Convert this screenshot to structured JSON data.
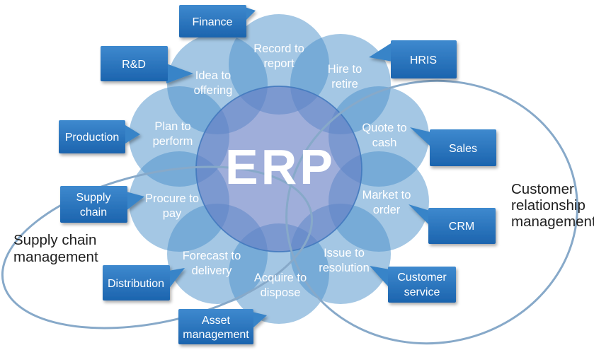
{
  "diagram": {
    "center_label": "ERP",
    "zones": {
      "scm": {
        "lines": [
          "Supply chain",
          "management"
        ]
      },
      "crm": {
        "lines": [
          "Customer",
          "relationship",
          "management"
        ]
      }
    },
    "petals": [
      {
        "name": "record-to-report",
        "lines": [
          "Record to",
          "report"
        ]
      },
      {
        "name": "hire-to-retire",
        "lines": [
          "Hire to",
          "retire"
        ]
      },
      {
        "name": "quote-to-cash",
        "lines": [
          "Quote to",
          "cash"
        ]
      },
      {
        "name": "market-to-order",
        "lines": [
          "Market to",
          "order"
        ]
      },
      {
        "name": "issue-to-resolution",
        "lines": [
          "Issue to",
          "resolution"
        ]
      },
      {
        "name": "acquire-to-dispose",
        "lines": [
          "Acquire to",
          "dispose"
        ]
      },
      {
        "name": "forecast-to-delivery",
        "lines": [
          "Forecast to",
          "delivery"
        ]
      },
      {
        "name": "procure-to-pay",
        "lines": [
          "Procure to",
          "pay"
        ]
      },
      {
        "name": "plan-to-perform",
        "lines": [
          "Plan to",
          "perform"
        ]
      },
      {
        "name": "idea-to-offering",
        "lines": [
          "Idea to",
          "offering"
        ]
      }
    ],
    "callouts": [
      {
        "name": "finance",
        "lines": [
          "Finance"
        ]
      },
      {
        "name": "hris",
        "lines": [
          "HRIS"
        ]
      },
      {
        "name": "sales",
        "lines": [
          "Sales"
        ]
      },
      {
        "name": "crm",
        "lines": [
          "CRM"
        ]
      },
      {
        "name": "customer-service",
        "lines": [
          "Customer",
          "service"
        ]
      },
      {
        "name": "asset-management",
        "lines": [
          "Asset",
          "management"
        ]
      },
      {
        "name": "distribution",
        "lines": [
          "Distribution"
        ]
      },
      {
        "name": "supply-chain",
        "lines": [
          "Supply",
          "chain"
        ]
      },
      {
        "name": "production",
        "lines": [
          "Production"
        ]
      },
      {
        "name": "rd",
        "lines": [
          "R&D"
        ]
      }
    ],
    "colors": {
      "petal": "#4A90C9",
      "center_fill": "#647DC3",
      "center_stroke": "#4279BE",
      "callout_top": "#3E89CE",
      "callout_bottom": "#1C64AE",
      "ellipse_stroke": "#87A9C9",
      "text_light": "#FFFFFF",
      "text_dark": "#1F1F1F"
    }
  }
}
